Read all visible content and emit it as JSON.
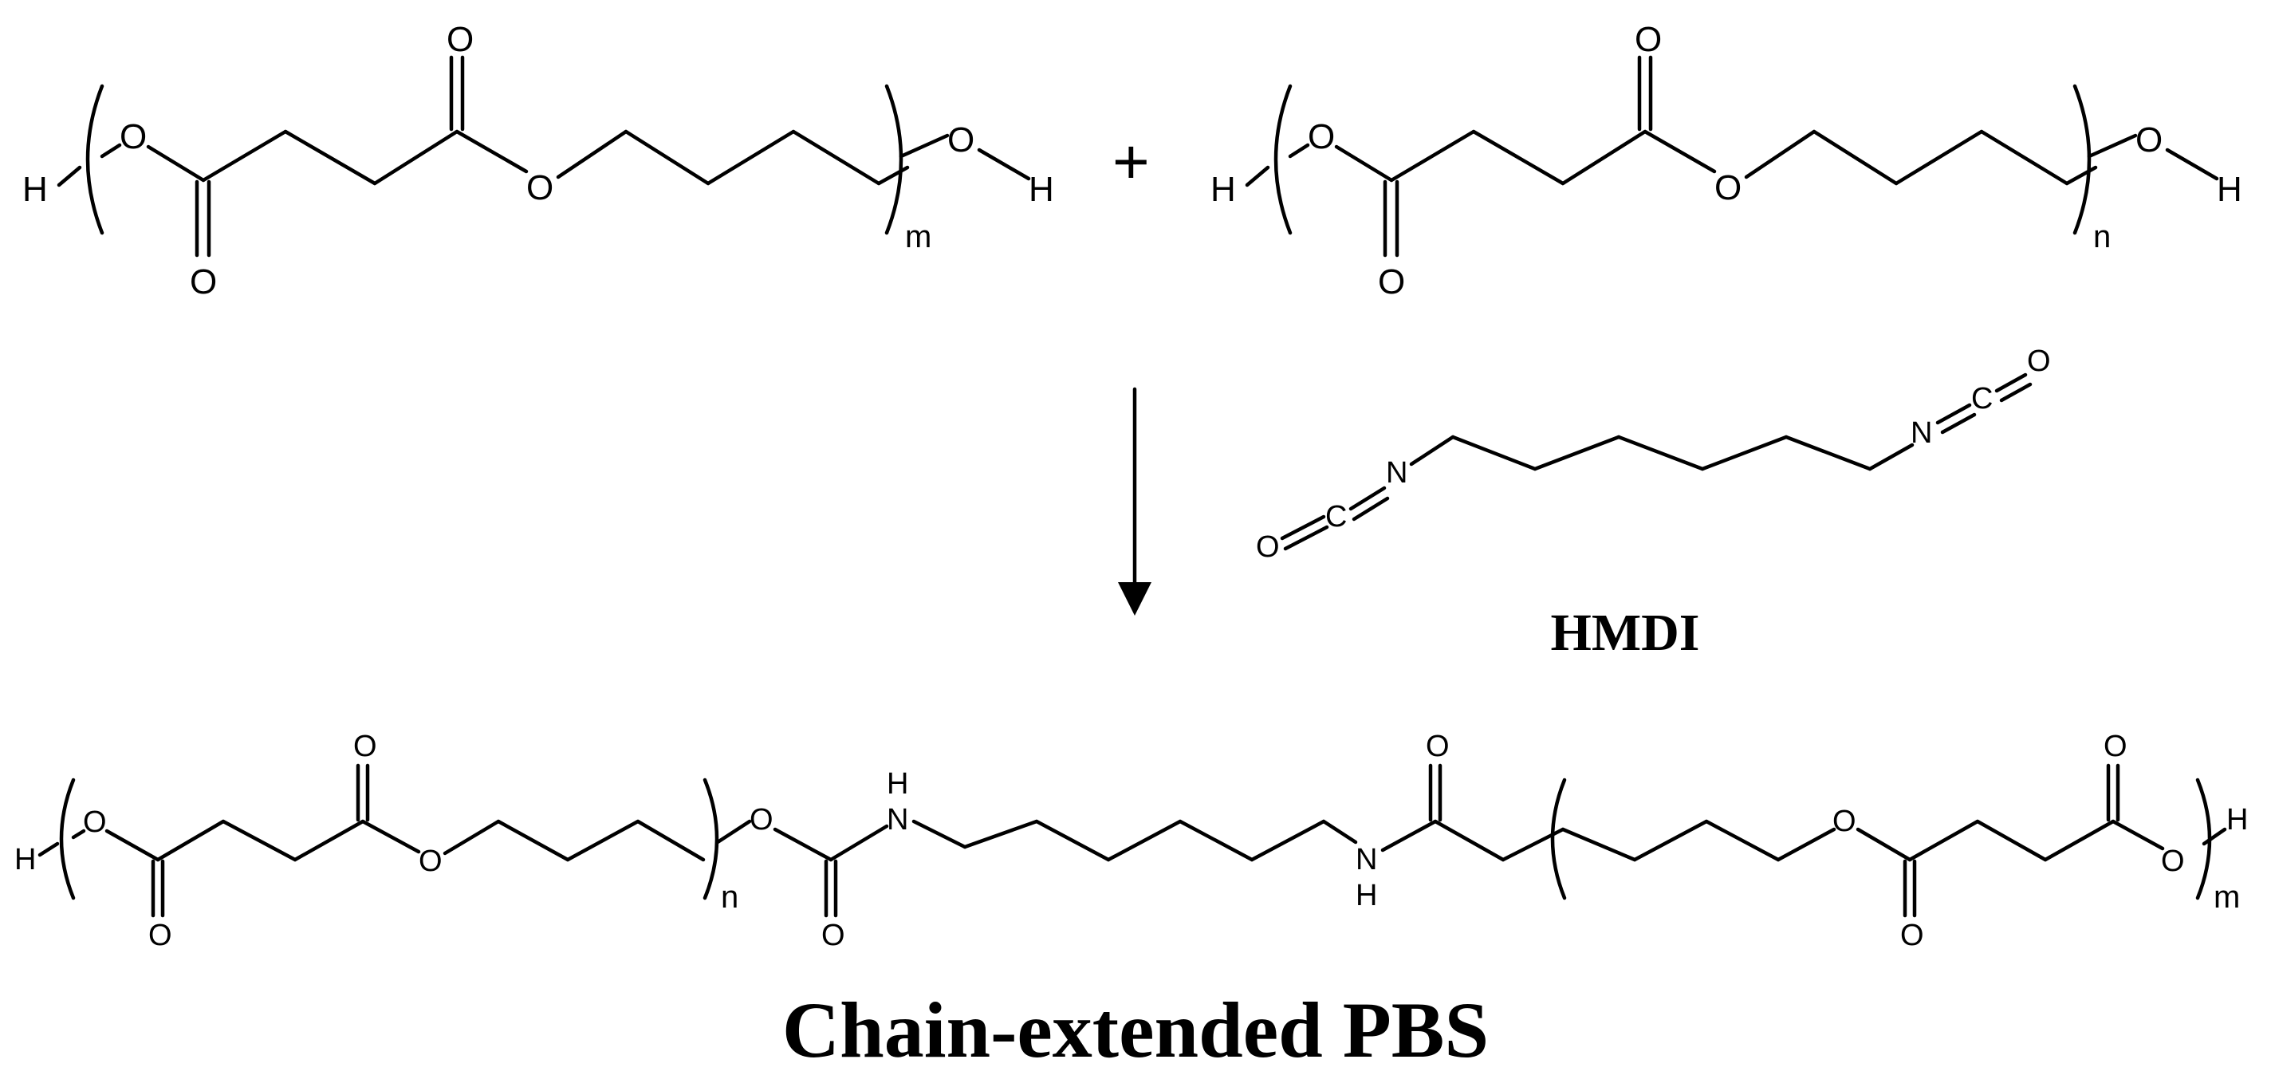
{
  "atoms": {
    "H": "H",
    "O": "O",
    "C": "C",
    "N": "N"
  },
  "subscripts": {
    "m": "m",
    "n": "n"
  },
  "operator": "+",
  "reagent_label": "HMDI",
  "product_label": "Chain-extended PBS"
}
